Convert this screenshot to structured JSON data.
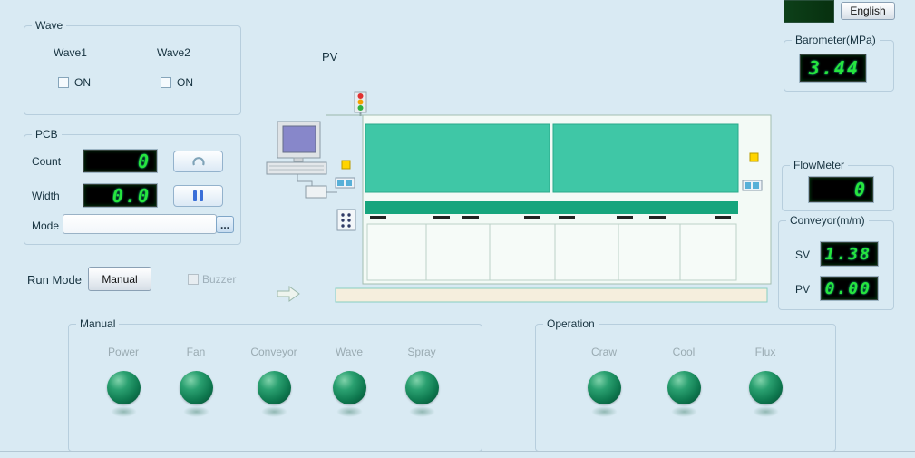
{
  "topbar": {
    "english_button": "English"
  },
  "wave": {
    "title": "Wave",
    "wave1_label": "Wave1",
    "wave2_label": "Wave2",
    "wave1_on": "ON",
    "wave2_on": "ON"
  },
  "pcb": {
    "title": "PCB",
    "count_label": "Count",
    "count_value": "0",
    "width_label": "Width",
    "width_value": "0.0",
    "mode_label": "Mode",
    "mode_value": "",
    "mode_browse_label": "..."
  },
  "run_mode": {
    "label": "Run Mode",
    "manual_button": "Manual",
    "buzzer_label": "Buzzer"
  },
  "manual": {
    "title": "Manual",
    "buttons": [
      {
        "label": "Power"
      },
      {
        "label": "Fan"
      },
      {
        "label": "Conveyor"
      },
      {
        "label": "Wave"
      },
      {
        "label": "Spray"
      }
    ]
  },
  "operation": {
    "title": "Operation",
    "buttons": [
      {
        "label": "Craw"
      },
      {
        "label": "Cool"
      },
      {
        "label": "Flux"
      }
    ]
  },
  "machine": {
    "pv_label": "PV"
  },
  "barometer": {
    "title": "Barometer(MPa)",
    "value": "3.44"
  },
  "flowmeter": {
    "title": "FlowMeter",
    "value": "0"
  },
  "conveyor": {
    "title": "Conveyor(m/m)",
    "sv_label": "SV",
    "sv_value": "1.38",
    "pv_label": "PV",
    "pv_value": "0.00"
  },
  "icons": {
    "count_button": "counter-reset-icon",
    "width_button": "pause-icon",
    "mode_button": "ellipsis-icon",
    "machine_status": "tower-light-icon"
  },
  "colors": {
    "background": "#d9eaf3",
    "led_green": "#27e53d",
    "panel_teal": "#3fc7a6",
    "bar_teal": "#16a57d",
    "sphere_green": "#0f7a50",
    "indicator_yellow": "#ffd400"
  }
}
